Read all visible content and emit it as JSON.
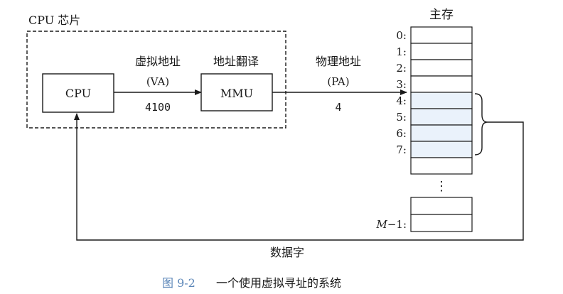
{
  "chip": {
    "label": "CPU 芯片"
  },
  "cpu": {
    "label": "CPU"
  },
  "mmu": {
    "label": "MMU",
    "title": "地址翻译"
  },
  "va": {
    "label": "虚拟地址",
    "abbr": "(VA)",
    "value": "4100"
  },
  "pa": {
    "label": "物理地址",
    "abbr": "(PA)",
    "value": "4"
  },
  "memory": {
    "title": "主存",
    "cells": [
      {
        "label": "0:",
        "highlight": false
      },
      {
        "label": "1:",
        "highlight": false
      },
      {
        "label": "2:",
        "highlight": false
      },
      {
        "label": "3:",
        "highlight": false
      },
      {
        "label": "4:",
        "highlight": true
      },
      {
        "label": "5:",
        "highlight": true
      },
      {
        "label": "6:",
        "highlight": true
      },
      {
        "label": "7:",
        "highlight": true
      },
      {
        "label": "",
        "highlight": false
      }
    ],
    "ellipsis": "⋮",
    "last_cell": {
      "label_var": "M",
      "label_rest": "−1:"
    }
  },
  "data_word": {
    "label": "数据字"
  },
  "caption": {
    "number": "图 9-2",
    "text": "一个使用虚拟寻址的系统"
  },
  "colors": {
    "highlight": "#eaf2fb",
    "caption": "#5b86b8",
    "line": "#1a1a1a"
  }
}
